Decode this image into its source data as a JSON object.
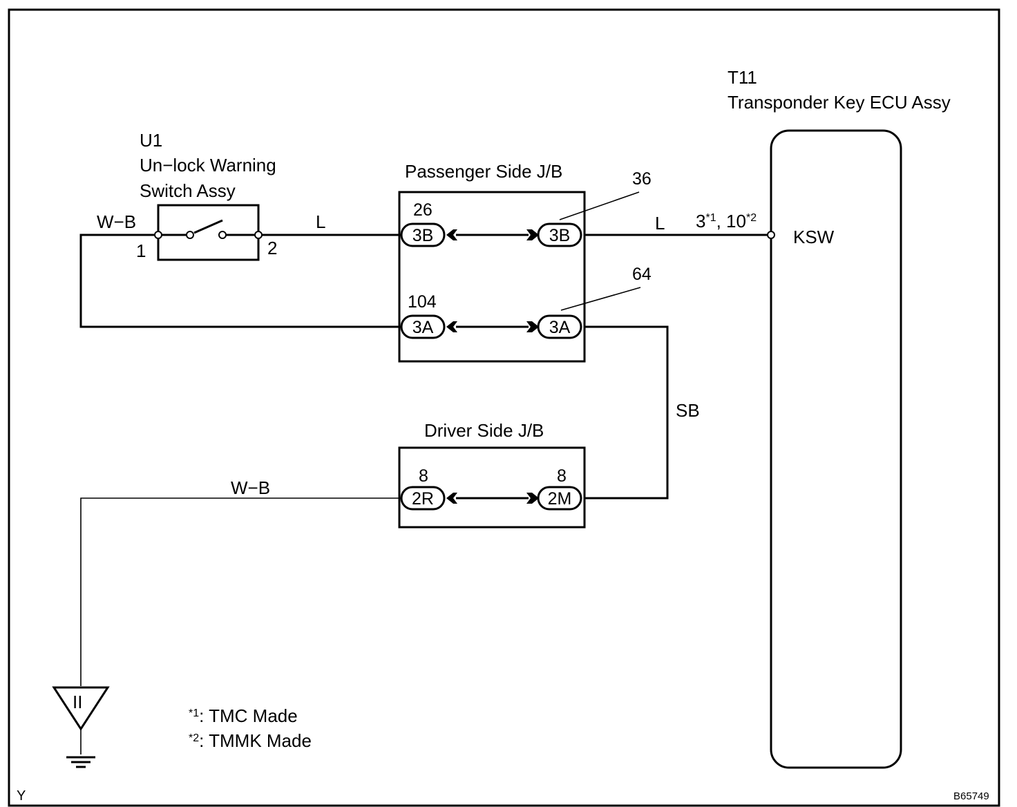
{
  "ecu": {
    "code": "T11",
    "name": "Transponder Key ECU Assy",
    "terminal_name": "KSW",
    "terminal_pin_a": "3",
    "terminal_pin_a_note": "*1",
    "terminal_pin_sep": ", ",
    "terminal_pin_b": "10",
    "terminal_pin_b_note": "*2"
  },
  "switch": {
    "code": "U1",
    "name_line1": "Un−lock Warning",
    "name_line2": "Switch Assy",
    "pin1": "1",
    "pin2": "2"
  },
  "passenger_jb": {
    "title": "Passenger Side J/B",
    "row1": {
      "left_pin": "26",
      "left_conn": "3B",
      "right_pin": "36",
      "right_conn": "3B"
    },
    "row2": {
      "left_pin": "104",
      "left_conn": "3A",
      "right_pin": "64",
      "right_conn": "3A"
    }
  },
  "driver_jb": {
    "title": "Driver Side J/B",
    "left_pin": "8",
    "left_conn": "2R",
    "right_pin": "8",
    "right_conn": "2M"
  },
  "wires": {
    "switch_pin1_color": "W−B",
    "switch_to_jb_color": "L",
    "jb_to_ecu_color": "L",
    "jb_to_driver_color": "SB",
    "ground_color": "W−B"
  },
  "ground_symbol_label": "II",
  "notes": [
    {
      "mark": "*",
      "num": "1",
      "text": ": TMC Made"
    },
    {
      "mark": "*",
      "num": "2",
      "text": ": TMMK Made"
    }
  ],
  "corner_left": "Y",
  "figure_code": "B65749"
}
